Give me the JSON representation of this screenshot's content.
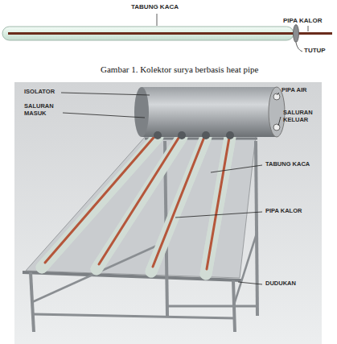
{
  "diagram": {
    "caption": "Gambar 1. Kolektor surya berbasis heat pipe",
    "labels": [
      "TABUNG KACA",
      "PIPA KALOR",
      "TUTUP",
      "ISOLATOR",
      "SALURAN MASUK",
      "PIPA AIR",
      "SALURAN KELUAR",
      "TABUNG KACA",
      "PIPA KALOR",
      "DUDUKAN"
    ]
  }
}
